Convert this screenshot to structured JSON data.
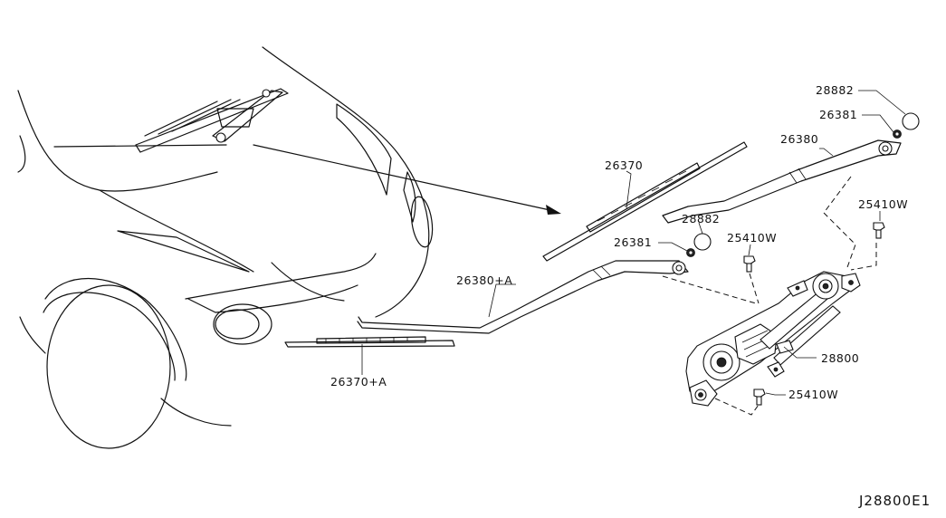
{
  "diagram": {
    "callouts": [
      {
        "id": "c-28882-top",
        "text": "28882",
        "part": "cap"
      },
      {
        "id": "c-26381-top",
        "text": "26381",
        "part": "nut"
      },
      {
        "id": "c-26380",
        "text": "26380",
        "part": "wiper arm, right"
      },
      {
        "id": "c-26370",
        "text": "26370",
        "part": "wiper blade, right"
      },
      {
        "id": "c-28882-mid",
        "text": "28882",
        "part": "cap"
      },
      {
        "id": "c-26381-mid",
        "text": "26381",
        "part": "nut"
      },
      {
        "id": "c-25410w-right",
        "text": "25410W",
        "part": "bolt"
      },
      {
        "id": "c-25410w-mid",
        "text": "25410W",
        "part": "bolt"
      },
      {
        "id": "c-26380a",
        "text": "26380+A",
        "part": "wiper arm, left"
      },
      {
        "id": "c-28800",
        "text": "28800",
        "part": "wiper motor and linkage"
      },
      {
        "id": "c-26370a",
        "text": "26370+A",
        "part": "wiper blade, left"
      },
      {
        "id": "c-25410w-bottom",
        "text": "25410W",
        "part": "bolt"
      }
    ],
    "drawing_code": "J28800E1"
  }
}
